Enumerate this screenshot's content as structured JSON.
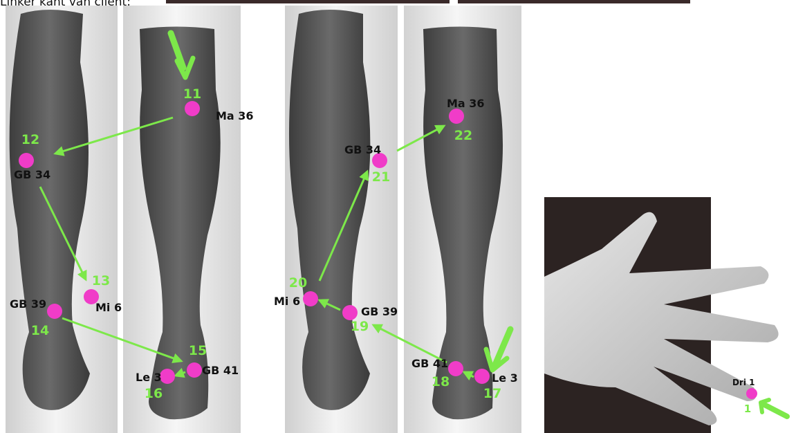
{
  "caption": "Linker kant van cliënt:",
  "colors": {
    "point": "#f03cc8",
    "arrow": "#7de84a",
    "number": "#7de84a",
    "label": "#111111",
    "photo_bg": "#2c2322"
  },
  "points": [
    {
      "id": "p11",
      "point": "Ma 36",
      "number": "11"
    },
    {
      "id": "p12",
      "point": "GB 34",
      "number": "12"
    },
    {
      "id": "p13",
      "point": "Mi 6",
      "number": "13"
    },
    {
      "id": "p14",
      "point": "GB 39",
      "number": "14"
    },
    {
      "id": "p15",
      "point": "GB 41",
      "number": "15"
    },
    {
      "id": "p16",
      "point": "Le 3",
      "number": "16"
    },
    {
      "id": "p17",
      "point": "Le 3",
      "number": "17"
    },
    {
      "id": "p18",
      "point": "GB 41",
      "number": "18"
    },
    {
      "id": "p19",
      "point": "GB 39",
      "number": "19"
    },
    {
      "id": "p20",
      "point": "Mi 6",
      "number": "20"
    },
    {
      "id": "p21",
      "point": "GB 34",
      "number": "21"
    },
    {
      "id": "p22",
      "point": "Ma 36",
      "number": "22"
    },
    {
      "id": "p1",
      "point": "Dri 1",
      "number": "1"
    }
  ]
}
